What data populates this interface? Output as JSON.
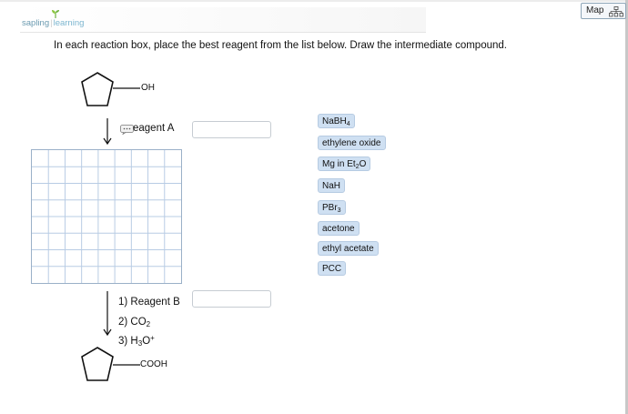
{
  "header": {
    "logo_part1": "sapling",
    "logo_sep": "|",
    "logo_part2": "learning",
    "map_label": "Map"
  },
  "instructions": "In each reaction box, place the best reagent from the list below. Draw the intermediate compound.",
  "starting_material": {
    "substituent": "OH"
  },
  "product": {
    "substituent": "COOH"
  },
  "reaction_a": {
    "label": "eagent A",
    "answer_value": ""
  },
  "reaction_b": {
    "answer_value": "",
    "steps": [
      {
        "main": "1) Reagent B",
        "sub": "",
        "tail": "",
        "sup": ""
      },
      {
        "main": "2) CO",
        "sub": "2",
        "tail": "",
        "sup": ""
      },
      {
        "main": "3) H",
        "sub": "3",
        "tail": "O",
        "sup": "+"
      }
    ]
  },
  "reagents": [
    {
      "main": "NaBH",
      "sub": "4",
      "tail": ""
    },
    {
      "main": "ethylene oxide",
      "sub": "",
      "tail": ""
    },
    {
      "main": "Mg in Et",
      "sub": "2",
      "tail": "O"
    },
    {
      "main": "NaH",
      "sub": "",
      "tail": ""
    },
    {
      "main": "PBr",
      "sub": "3",
      "tail": ""
    },
    {
      "main": "acetone",
      "sub": "",
      "tail": ""
    },
    {
      "main": "ethyl acetate",
      "sub": "",
      "tail": ""
    },
    {
      "main": "PCC",
      "sub": "",
      "tail": ""
    }
  ],
  "colors": {
    "chip_fill": "#cfe0f2",
    "grid_line": "#b8cce4",
    "logo": "#6a9ab0"
  }
}
